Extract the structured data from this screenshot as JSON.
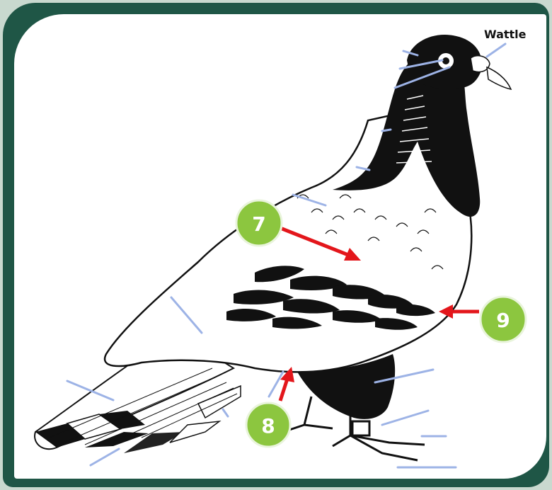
{
  "diagram": {
    "wattle_label": "Wattle",
    "markers": [
      {
        "id": "7",
        "label": "7"
      },
      {
        "id": "8",
        "label": "8"
      },
      {
        "id": "9",
        "label": "9"
      }
    ],
    "colors": {
      "frame": "#1f5646",
      "badge": "#8cc63f",
      "arrow": "#e3161b",
      "leader": "#9db3e6"
    }
  }
}
